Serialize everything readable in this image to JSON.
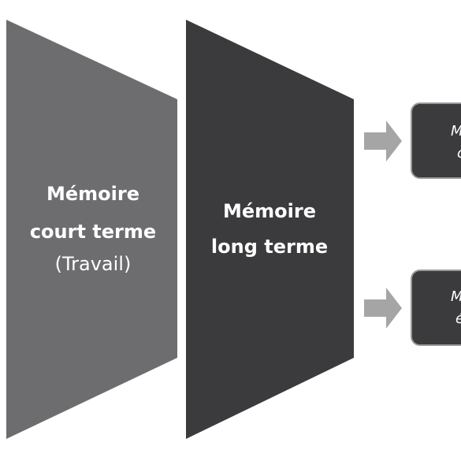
{
  "colors": {
    "short_term_fill": "#6d6d6f",
    "long_term_fill": "#3b3b3d",
    "box_fill": "#3b3b3d",
    "box_border": "#9a9a9a",
    "arrow_fill": "#a5a5a5",
    "background": "#ffffff"
  },
  "short_term": {
    "line1": "Mémoire",
    "line2": "court terme",
    "line3": "(Travail)"
  },
  "long_term": {
    "line1": "Mémoire",
    "line2": "long terme"
  },
  "outputs": [
    {
      "line1": "M",
      "line2": "c"
    },
    {
      "line1": "M",
      "line2": "é"
    }
  ],
  "icons": {
    "arrow": "arrow-right-icon"
  }
}
